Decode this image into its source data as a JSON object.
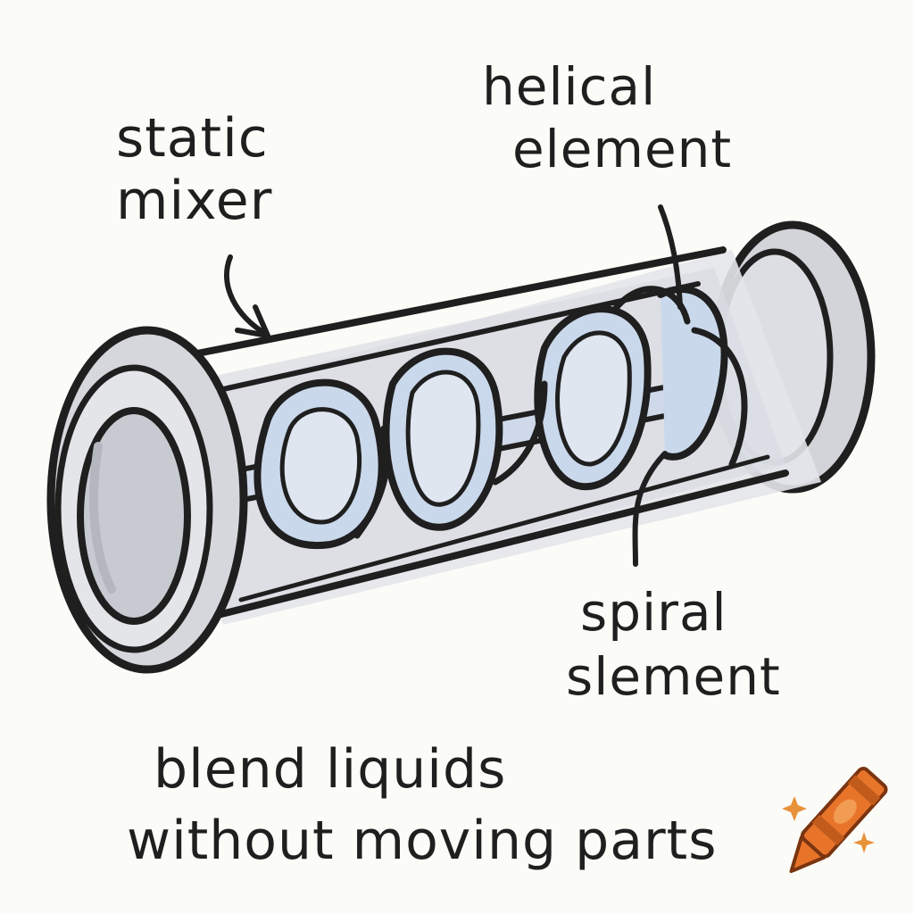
{
  "labels": {
    "static_mixer": [
      "static",
      "mixer"
    ],
    "helical_element": [
      "helical",
      "element"
    ],
    "spiral_element": [
      "spiral",
      "slement"
    ]
  },
  "caption": [
    "blend liquids",
    "without moving parts"
  ],
  "colors": {
    "background": "#fbfbf7",
    "outline": "#1f1f1f",
    "tube": "#d8dbe2",
    "end_cap": "#d2d4d9",
    "helix": "#cad8eb",
    "crayon": "#e8742a",
    "sparkle": "#e8923a"
  },
  "icons": [
    "crayon-icon",
    "sparkle-icon"
  ]
}
